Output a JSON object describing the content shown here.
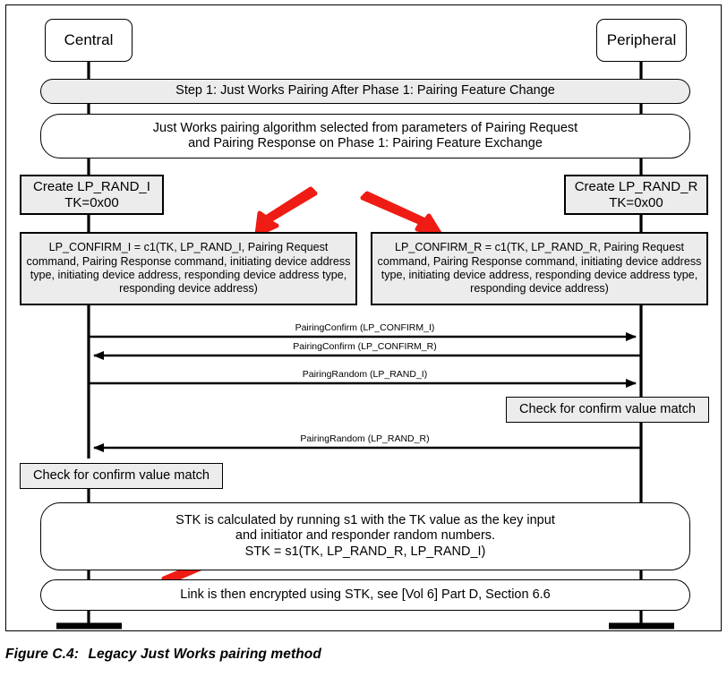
{
  "figure": {
    "caption_number": "Figure C.4:",
    "caption_text": "Legacy Just Works pairing method"
  },
  "colors": {
    "highlight_arrow": "#ee1c14",
    "box_fill": "#ececec",
    "line": "#000000",
    "background": "#ffffff"
  },
  "actors": {
    "left": {
      "label": "Central"
    },
    "right": {
      "label": "Peripheral"
    }
  },
  "banners": [
    {
      "id": "step-banner",
      "style": "shaded",
      "lines": [
        "Step 1: Just Works Pairing After Phase 1: Pairing Feature Change"
      ]
    },
    {
      "id": "algorithm-banner",
      "style": "plain",
      "lines": [
        "Just Works pairing algorithm selected from parameters of Pairing Request",
        "and Pairing Response on Phase 1: Pairing Feature Exchange"
      ]
    }
  ],
  "create_boxes": {
    "left": {
      "line1": "Create LP_RAND_I",
      "line2": "TK=0x00"
    },
    "right": {
      "line1": "Create LP_RAND_R",
      "line2": "TK=0x00"
    }
  },
  "confirm_boxes": {
    "left": {
      "text": "LP_CONFIRM_I = c1(TK, LP_RAND_I, Pairing Request command, Pairing Response command, initiating device address type, initiating device address, responding device address type, responding device address)"
    },
    "right": {
      "text": "LP_CONFIRM_R = c1(TK, LP_RAND_R, Pairing Request command, Pairing Response command, initiating device address type, initiating device address, responding device address type, responding device address)"
    }
  },
  "messages": [
    {
      "id": "msg-pairing-confirm-i",
      "label": "PairingConfirm (LP_CONFIRM_I)",
      "direction": "left-to-right"
    },
    {
      "id": "msg-pairing-confirm-r",
      "label": "PairingConfirm (LP_CONFIRM_R)",
      "direction": "right-to-left"
    },
    {
      "id": "msg-pairing-random-i",
      "label": "PairingRandom (LP_RAND_I)",
      "direction": "left-to-right"
    },
    {
      "id": "msg-pairing-random-r",
      "label": "PairingRandom (LP_RAND_R)",
      "direction": "right-to-left"
    }
  ],
  "checks": {
    "right": {
      "label": "Check for confirm value match"
    },
    "left": {
      "label": "Check for confirm value match"
    }
  },
  "stk_banner": {
    "line1": "STK is calculated by running s1 with the TK value as the key input",
    "line2": "and initiator and responder random numbers.",
    "line3": "STK = s1(TK, LP_RAND_R, LP_RAND_I)"
  },
  "encrypt_banner": {
    "line1": "Link is then encrypted using STK, see [Vol 6] Part D, Section 6.6"
  }
}
